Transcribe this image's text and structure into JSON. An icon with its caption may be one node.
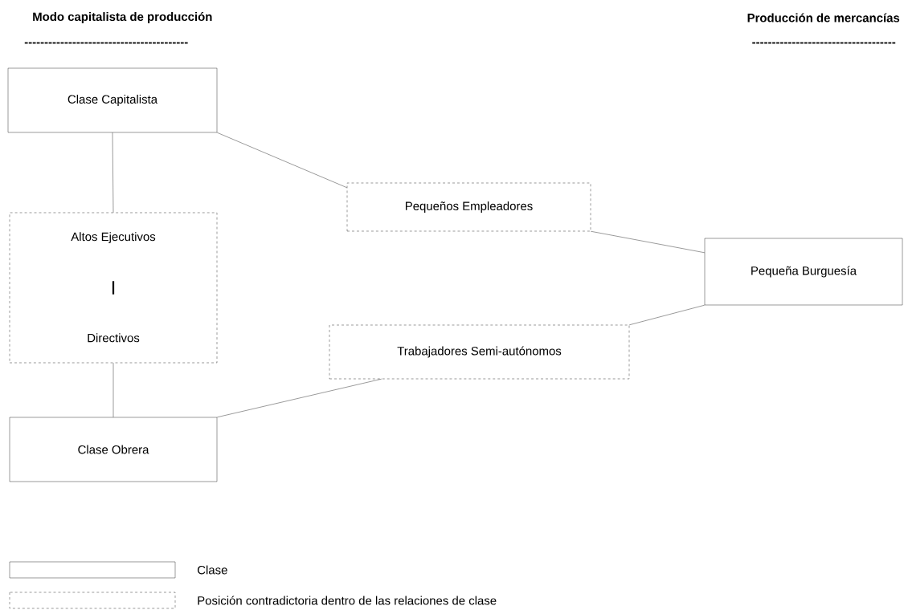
{
  "diagram": {
    "nodes": [
      {
        "text": [
          "Clase Capitalista"
        ]
      },
      {
        "text": [
          "Altos Ejecutivos",
          "I",
          "Directivos"
        ]
      },
      {
        "text": [
          "Clase Obrera"
        ]
      },
      {
        "text": [
          "Pequeños Empleadores"
        ]
      },
      {
        "text": [
          "Pequeña Burguesía"
        ]
      },
      {
        "text": [
          "Trabajadores Semi-autónomos"
        ]
      }
    ],
    "edges": [
      {
        "from": 0,
        "to": 1,
        "arrow": "none"
      },
      {
        "from": 1,
        "to": 2,
        "arrow": "none"
      },
      {
        "from": 0,
        "to": 3,
        "arrow": "none"
      },
      {
        "from": 3,
        "to": 4,
        "arrow": "none"
      },
      {
        "from": 4,
        "to": 5,
        "arrow": "none"
      },
      {
        "from": 5,
        "to": 2,
        "arrow": "none"
      }
    ],
    "labels": [
      "Modo capitalista de producción",
      "-----------------------------------------",
      "Producción de mercancías",
      "------------------------------------"
    ],
    "legend": [
      {
        "text": "Clase"
      },
      {
        "text": "Posición contradictoria dentro de las relaciones de clase"
      }
    ]
  }
}
